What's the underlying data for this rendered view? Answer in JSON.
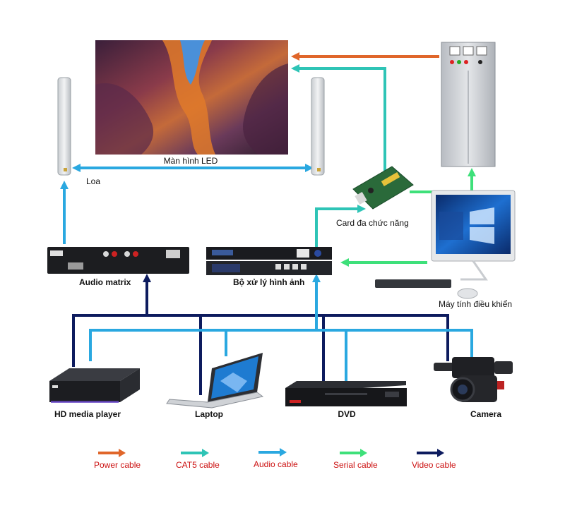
{
  "labels": {
    "led_screen": "Màn hình LED",
    "speaker": "Loa",
    "multifunction_card": "Card đa chức năng",
    "audio_matrix": "Audio matrix",
    "video_processor": "Bộ xử lý hình ảnh",
    "control_pc": "Máy tính điều khiển",
    "hd_media_player": "HD media player",
    "laptop": "Laptop",
    "dvd": "DVD",
    "camera": "Camera"
  },
  "legend": [
    {
      "label": "Power cable",
      "color": "#e0662a"
    },
    {
      "label": "CAT5 cable",
      "color": "#2ec4b6"
    },
    {
      "label": "Audio cable",
      "color": "#2aa8e0"
    },
    {
      "label": "Serial cable",
      "color": "#3ee07a"
    },
    {
      "label": "Video cable",
      "color": "#0d1b5e"
    }
  ],
  "colors": {
    "power": "#e0662a",
    "cat5": "#2ec4b6",
    "audio": "#2aa8e0",
    "serial": "#3ee07a",
    "video": "#0d1b5e"
  },
  "icons": [
    "led-screen-image",
    "speaker-icon",
    "power-cabinet-icon",
    "control-card-icon",
    "audio-matrix-icon",
    "video-processor-icon",
    "desktop-pc-icon",
    "media-player-icon",
    "laptop-icon",
    "dvd-player-icon",
    "camera-icon"
  ]
}
